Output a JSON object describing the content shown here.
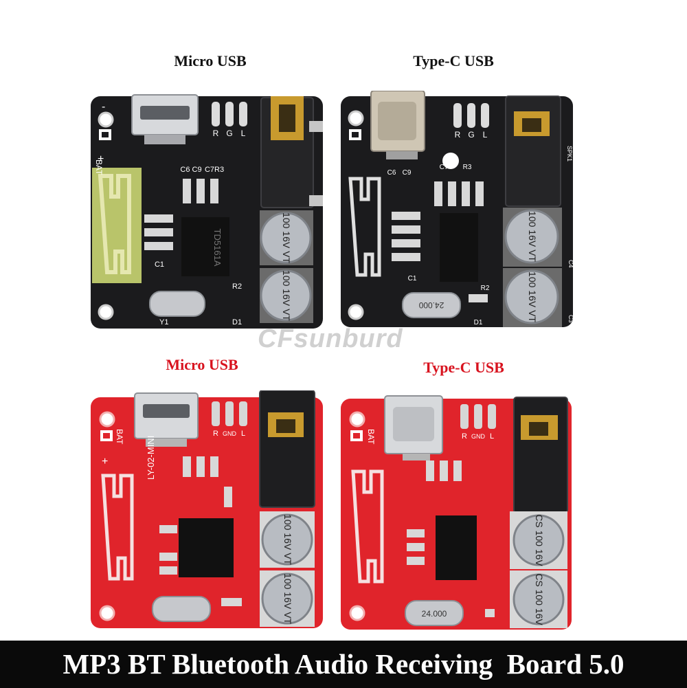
{
  "labels": {
    "top_left": "Micro USB",
    "top_right": "Type-C USB",
    "bottom_left": "Micro USB",
    "bottom_right": "Type-C USB"
  },
  "watermark": "CFsunburd",
  "banner": "MP3 BT Bluetooth Audio Receiving  Board 5.0",
  "silkscreen": {
    "black_micro": {
      "chip": "TD5161A",
      "cap1": "100 16V VT",
      "cap2": "100 16V VT",
      "crystal": "",
      "bat": "BAT",
      "plus": "+",
      "minus": "-",
      "r": "R",
      "g": "G",
      "l": "L",
      "y1": "Y1",
      "d1": "D1",
      "r2": "R2",
      "c1": "C1",
      "c7r3": "C7R3",
      "c6c9": "C6 C9"
    },
    "black_typec": {
      "cap1": "100 16V VT",
      "cap2": "100 16V VT",
      "crystal": "24.000",
      "r": "R",
      "g": "G",
      "l": "L",
      "spk": "SPK1",
      "c7": "C7",
      "r3": "R3",
      "c9": "C9",
      "c6": "C6",
      "r2": "R2",
      "c1": "C1",
      "c4": "C4",
      "c3": "C3",
      "d1": "D1"
    },
    "red_micro": {
      "cap1": "100 16V VT",
      "cap2": "100 16V VT",
      "model": "LY-02-MINI",
      "bat": "BAT",
      "plus": "+",
      "r": "R",
      "gnd": "GND",
      "l": "L"
    },
    "red_typec": {
      "cap1": "CS 100 16V",
      "cap2": "CS 100 16V",
      "crystal": "24.000",
      "bat": "BAT",
      "r": "R",
      "gnd": "GND",
      "l": "L"
    }
  },
  "colors": {
    "black_pcb": "#1b1b1d",
    "red_pcb": "#e0242b",
    "banner_bg": "#0a0a0a",
    "banner_text": "#ffffff",
    "red_label": "#d8121e"
  }
}
